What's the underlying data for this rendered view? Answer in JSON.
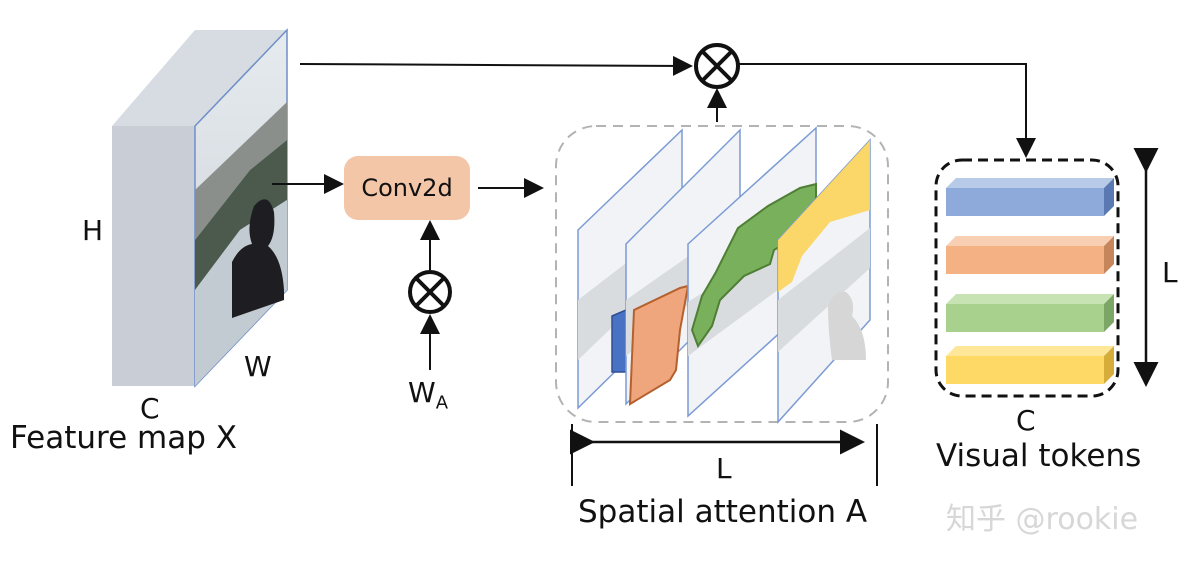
{
  "feature_map": {
    "title": "Feature map X",
    "h_label": "H",
    "w_label": "W",
    "c_label": "C"
  },
  "conv": {
    "label": "Conv2d"
  },
  "weights": {
    "label_main": "W",
    "label_sub": "A"
  },
  "attention": {
    "title": "Spatial attention A",
    "length_label": "L"
  },
  "tokens": {
    "title": "Visual tokens",
    "c_label": "C",
    "length_label": "L",
    "colors": [
      "#8eaadb",
      "#f4b183",
      "#a9d18e",
      "#ffd966"
    ]
  },
  "watermark": "知乎 @rookie"
}
